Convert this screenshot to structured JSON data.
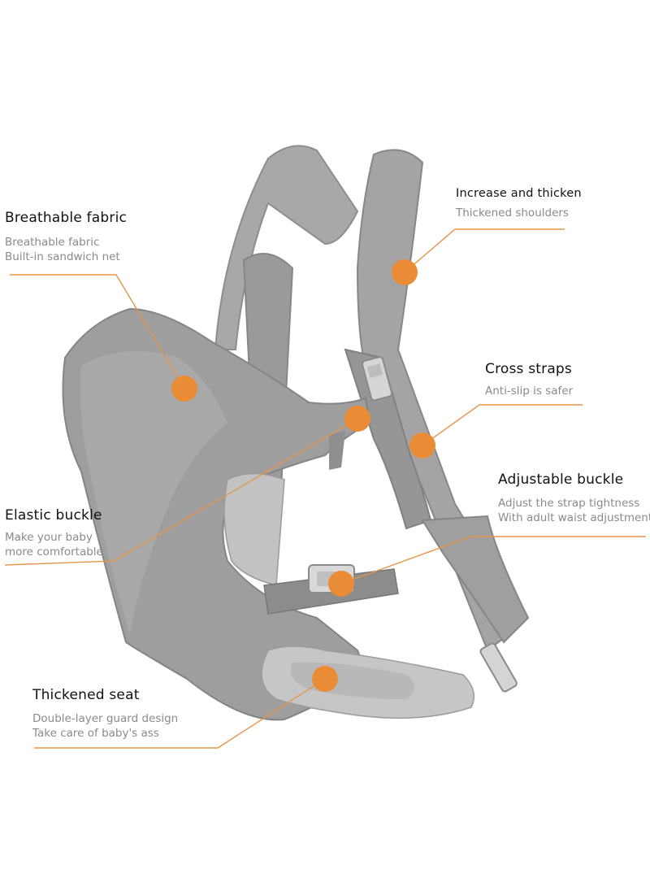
{
  "colors": {
    "accent": "#E98C35",
    "callout_line": "#E6954A",
    "fabric": "#9C9C9C",
    "fabric_dark": "#7E7E7E",
    "fabric_light": "#B4B4B4",
    "mesh": "#C4C4C4",
    "title_text": "#111111",
    "desc_text": "#8A8A8A"
  },
  "callouts": {
    "breathable": {
      "title": "Breathable fabric",
      "line1": "Breathable fabric",
      "line2": "Built-in sandwich net"
    },
    "shoulders": {
      "title": "Increase and thicken",
      "line1": "Thickened shoulders"
    },
    "cross": {
      "title": "Cross straps",
      "line1": "Anti-slip is safer"
    },
    "adjustable": {
      "title": "Adjustable buckle",
      "line1": "Adjust the strap tightness",
      "line2": "With adult waist adjustment"
    },
    "elastic": {
      "title": "Elastic buckle",
      "line1": "Make your baby",
      "line2": "more comfortable"
    },
    "seat": {
      "title": "Thickened seat",
      "line1": "Double-layer guard design",
      "line2": "Take care of baby's ass"
    }
  }
}
